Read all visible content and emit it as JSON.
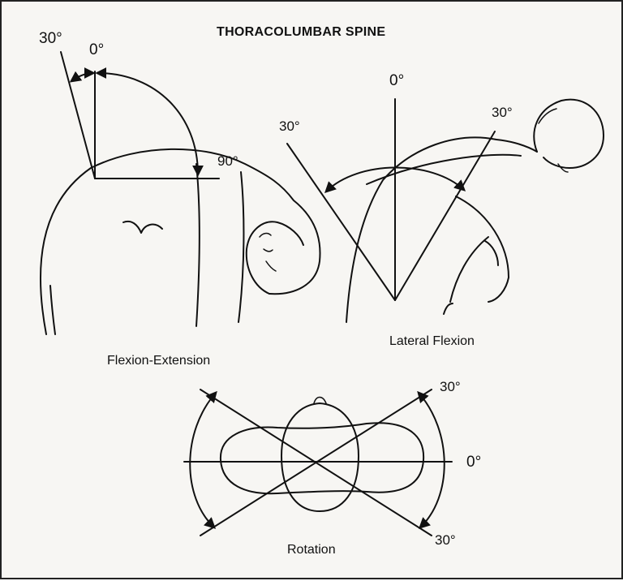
{
  "title": "THORACOLUMBAR SPINE",
  "flexion_extension": {
    "caption": "Flexion-Extension",
    "label_extension": "30°",
    "label_neutral": "0°",
    "label_flexion": "90°"
  },
  "lateral_flexion": {
    "caption": "Lateral Flexion",
    "label_neutral": "0°",
    "label_left": "30°",
    "label_right": "30°"
  },
  "rotation": {
    "caption": "Rotation",
    "label_top": "30°",
    "label_neutral": "0°",
    "label_bottom": "30°"
  }
}
